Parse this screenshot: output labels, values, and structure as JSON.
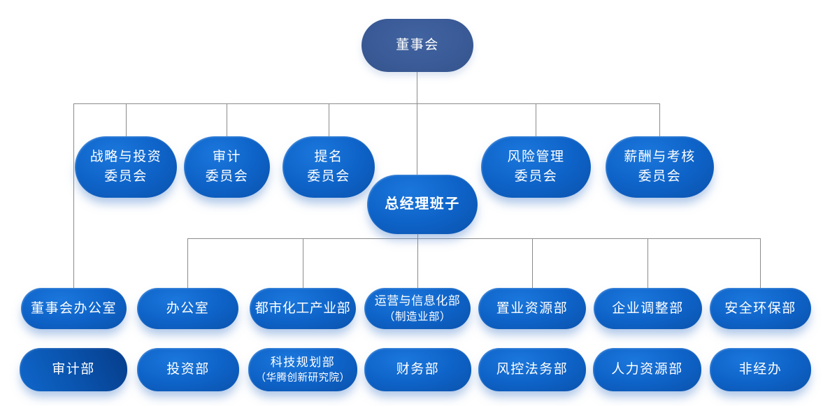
{
  "diagram_type": "org-chart",
  "nodes": {
    "board": {
      "label": "董事会"
    },
    "committees": [
      {
        "line1": "战略与投资",
        "line2": "委员会"
      },
      {
        "line1": "审计",
        "line2": "委员会"
      },
      {
        "line1": "提名",
        "line2": "委员会"
      },
      {
        "line1": "风险管理",
        "line2": "委员会"
      },
      {
        "line1": "薪酬与考核",
        "line2": "委员会"
      }
    ],
    "gm": {
      "label": "总经理班子"
    },
    "dept_row1": [
      {
        "line1": "董事会办公室"
      },
      {
        "line1": "办公室"
      },
      {
        "line1": "都市化工产业部"
      },
      {
        "line1": "运营与信息化部",
        "line2": "（制造业部）"
      },
      {
        "line1": "置业资源部"
      },
      {
        "line1": "企业调整部"
      },
      {
        "line1": "安全环保部"
      }
    ],
    "dept_row2": [
      {
        "line1": "审计部"
      },
      {
        "line1": "投资部"
      },
      {
        "line1": "科技规划部",
        "line2": "（华腾创新研究院）"
      },
      {
        "line1": "财务部"
      },
      {
        "line1": "风控法务部"
      },
      {
        "line1": "人力资源部"
      },
      {
        "line1": "非经办"
      }
    ]
  },
  "colors": {
    "board_fill": "#3A5B98",
    "node_fill_light": "#1B77DC",
    "node_fill_mid": "#0E63C8",
    "node_fill_dark": "#0A52AC",
    "audit_fill_dark": "#063D8B",
    "connector": "#8B8B8B",
    "text": "#FFFFFF",
    "background": "#FFFFFF"
  }
}
